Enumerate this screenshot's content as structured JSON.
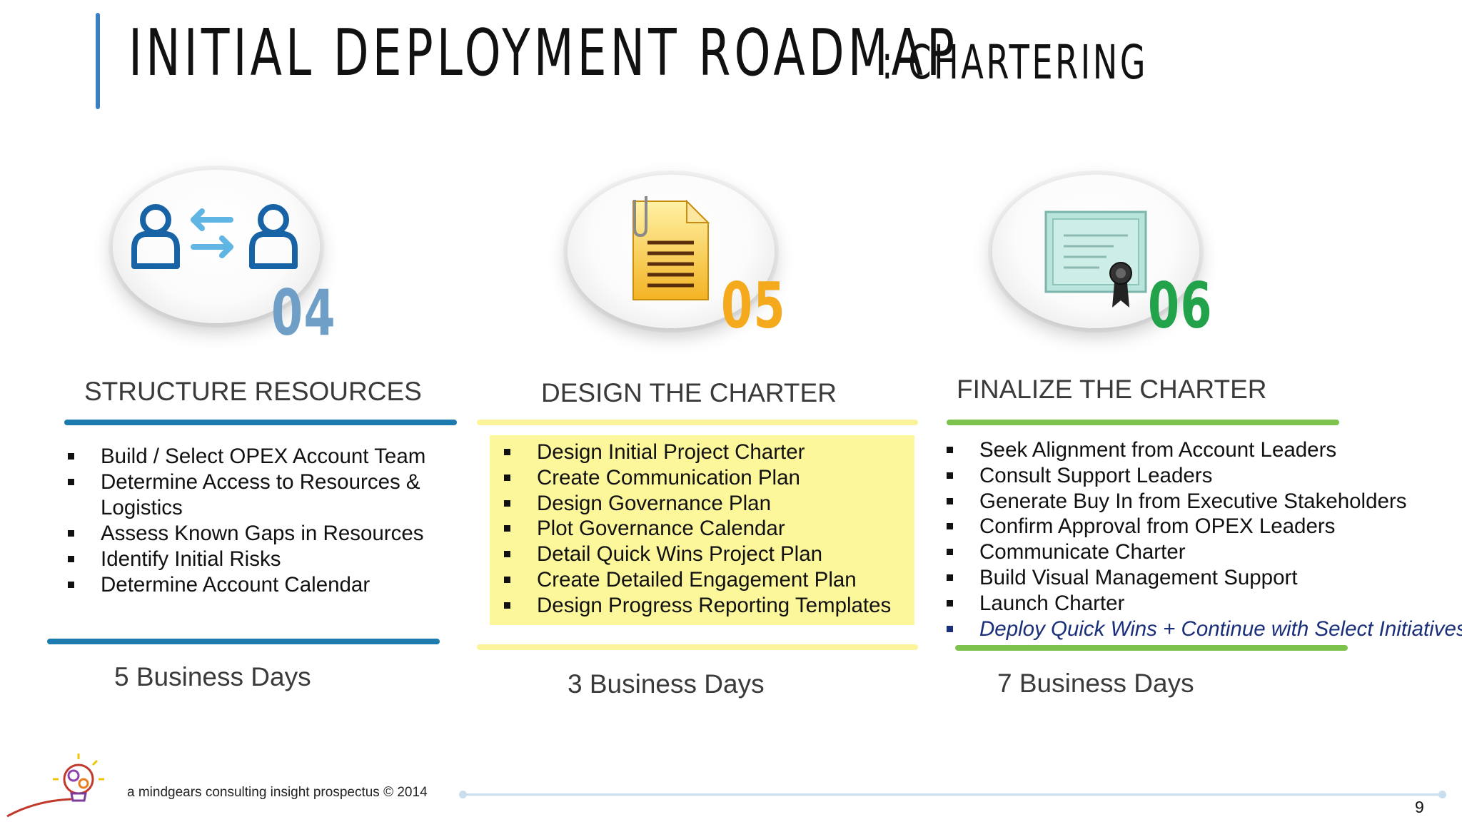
{
  "title": {
    "main": "INITIAL DEPLOYMENT ROADMAP",
    "sub": ": CHARTERING"
  },
  "columns": [
    {
      "number": "04",
      "number_color": "#6f9fc7",
      "icon": "people-exchange-icon",
      "heading": "STRUCTURE RESOURCES",
      "accent": "#1e7bb0",
      "items": [
        "Build / Select OPEX Account Team",
        "Determine Access to Resources &",
        "Logistics",
        "Assess Known Gaps in Resources",
        "Identify Initial Risks",
        "Determine Account Calendar"
      ],
      "duration": "5 Business Days"
    },
    {
      "number": "05",
      "number_color": "#f5a91c",
      "icon": "document-clip-icon",
      "heading": "DESIGN THE CHARTER",
      "accent": "#fbf49a",
      "items": [
        "Design Initial Project Charter",
        "Create Communication Plan",
        "Design Governance Plan",
        "Plot Governance Calendar",
        "Detail Quick Wins Project Plan",
        "Create Detailed Engagement Plan",
        "Design Progress Reporting Templates"
      ],
      "duration": "3 Business Days"
    },
    {
      "number": "06",
      "number_color": "#22a24a",
      "icon": "certificate-icon",
      "heading": "FINALIZE THE CHARTER",
      "accent": "#7dc24c",
      "items": [
        "Seek Alignment from Account Leaders",
        "Consult Support Leaders",
        "Generate Buy In from Executive Stakeholders",
        "Confirm Approval from OPEX Leaders",
        "Communicate Charter",
        "Build Visual Management Support",
        "Launch Charter",
        "Deploy Quick Wins + Continue with Select Initiatives"
      ],
      "duration": "7 Business Days"
    }
  ],
  "footer": {
    "text": "a mindgears consulting insight prospectus © 2014",
    "page": "9",
    "logo": "lightbulb-gears-logo"
  }
}
